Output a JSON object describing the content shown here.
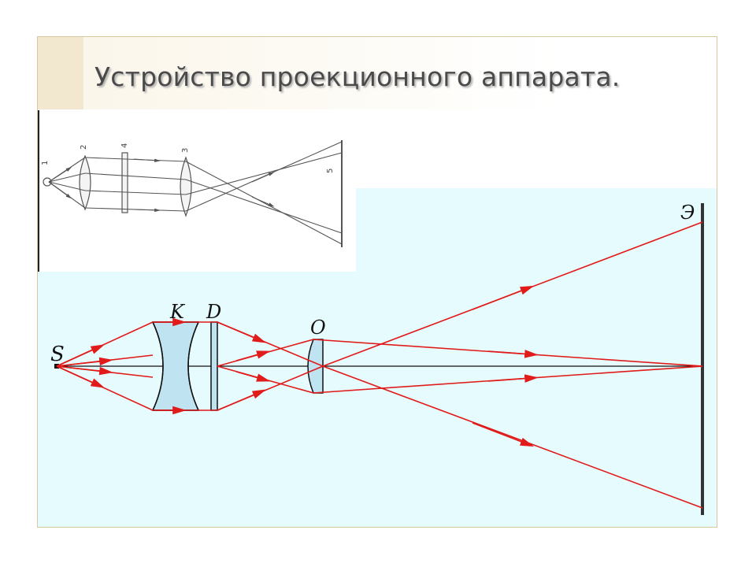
{
  "slide": {
    "title": "Устройство проекционного аппарата."
  },
  "inset_sketch": {
    "labels": {
      "source": "1",
      "condenser": "2",
      "objective": "3",
      "slide_frame": "4",
      "screen": "5"
    }
  },
  "main_diagram": {
    "labels": {
      "source": "S",
      "condenser": "K",
      "slide": "D",
      "objective": "O",
      "screen": "Э"
    },
    "colors": {
      "background": "#e6fbfd",
      "rays": "#e11a1a",
      "lens_fill": "#bfe3f1",
      "lines": "#111111"
    }
  }
}
